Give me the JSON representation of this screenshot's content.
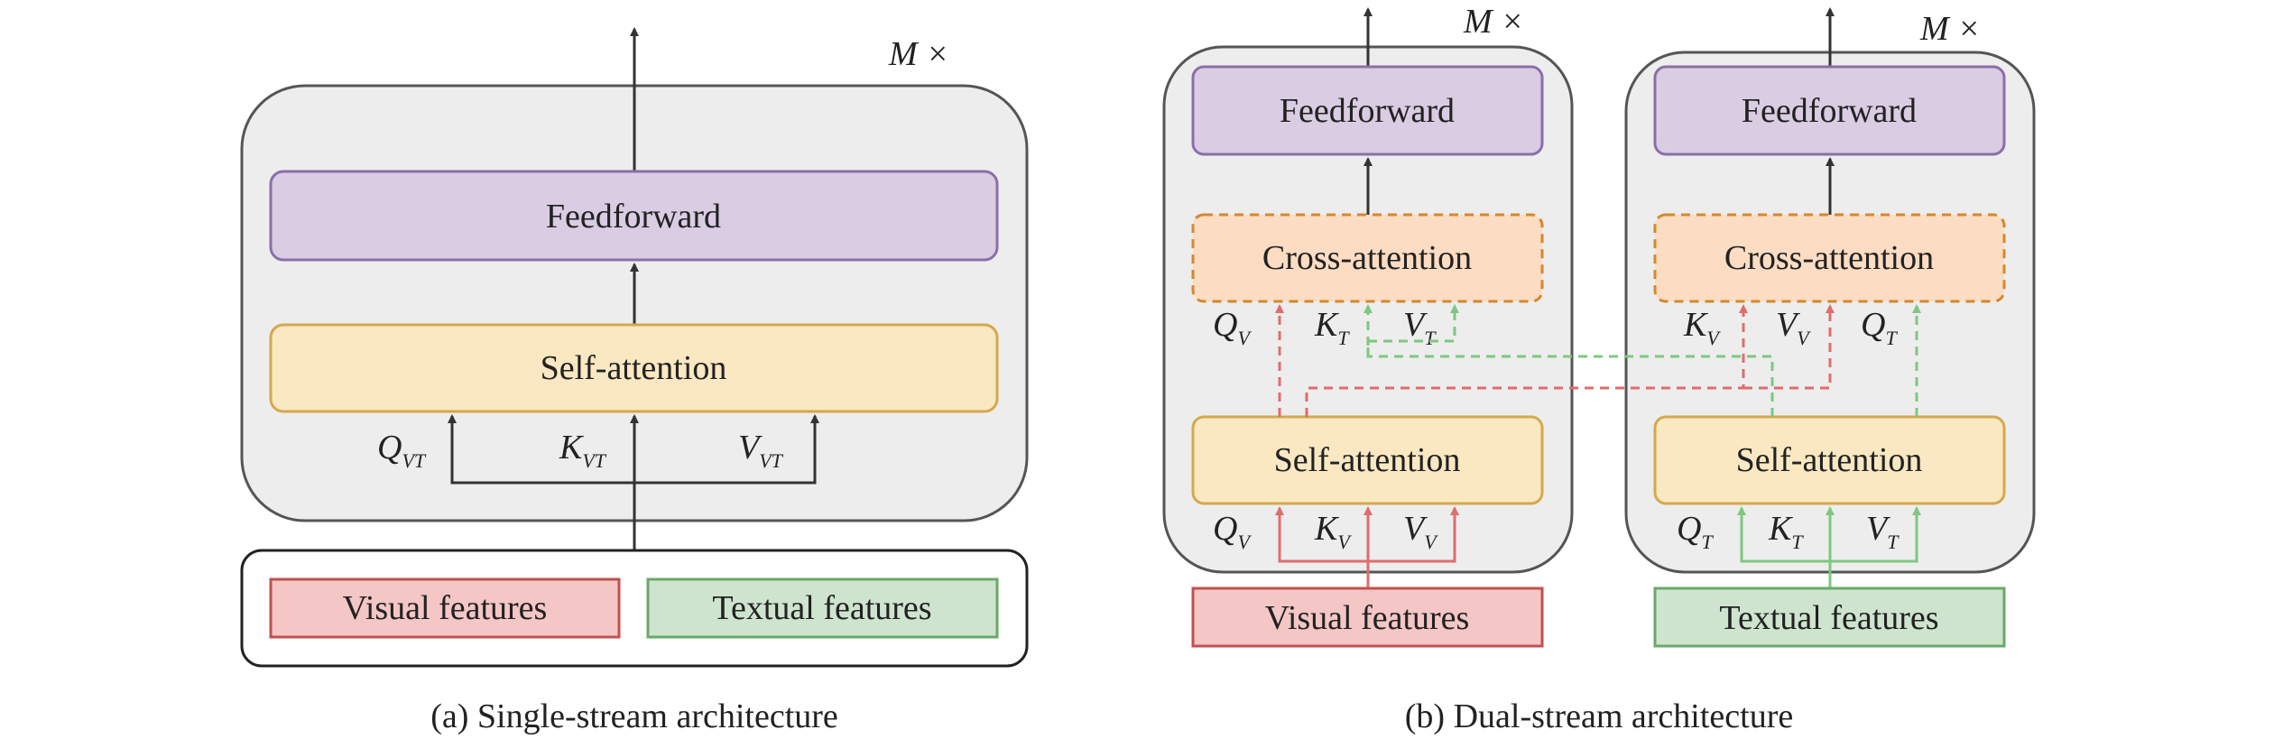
{
  "single_stream": {
    "repeat_label": "M ×",
    "feedforward": "Feedforward",
    "self_attention": "Self-attention",
    "inputs": [
      {
        "main": "Q",
        "sub": "VT"
      },
      {
        "main": "K",
        "sub": "VT"
      },
      {
        "main": "V",
        "sub": "VT"
      }
    ],
    "visual_features": "Visual features",
    "textual_features": "Textual features",
    "caption": "(a) Single-stream architecture"
  },
  "dual_stream": {
    "left": {
      "repeat_label": "M ×",
      "feedforward": "Feedforward",
      "cross_attention": "Cross-attention",
      "self_attention": "Self-attention",
      "cross_inputs": [
        {
          "main": "Q",
          "sub": "V"
        },
        {
          "main": "K",
          "sub": "T"
        },
        {
          "main": "V",
          "sub": "T"
        }
      ],
      "self_inputs": [
        {
          "main": "Q",
          "sub": "V"
        },
        {
          "main": "K",
          "sub": "V"
        },
        {
          "main": "V",
          "sub": "V"
        }
      ],
      "features": "Visual features"
    },
    "right": {
      "repeat_label": "M ×",
      "feedforward": "Feedforward",
      "cross_attention": "Cross-attention",
      "self_attention": "Self-attention",
      "cross_inputs": [
        {
          "main": "K",
          "sub": "V"
        },
        {
          "main": "V",
          "sub": "V"
        },
        {
          "main": "Q",
          "sub": "T"
        }
      ],
      "self_inputs": [
        {
          "main": "Q",
          "sub": "T"
        },
        {
          "main": "K",
          "sub": "T"
        },
        {
          "main": "V",
          "sub": "T"
        }
      ],
      "features": "Textual features"
    },
    "caption": "(b) Dual-stream architecture"
  },
  "colors": {
    "block_fill": "#ededed",
    "block_stroke": "#555555",
    "feedforward_fill": "#d9cce3",
    "feedforward_stroke": "#8a6fa8",
    "self_attention_fill": "#fae8c2",
    "self_attention_stroke": "#d4a84e",
    "cross_attention_fill": "#fcdcc2",
    "cross_attention_stroke": "#d4882e",
    "visual_fill": "#f4c6c6",
    "visual_stroke": "#c05050",
    "textual_fill": "#cfe4cf",
    "textual_stroke": "#6aa86a",
    "red_arrow": "#e06c6c",
    "green_arrow": "#7ec87e",
    "black_arrow": "#333333"
  }
}
